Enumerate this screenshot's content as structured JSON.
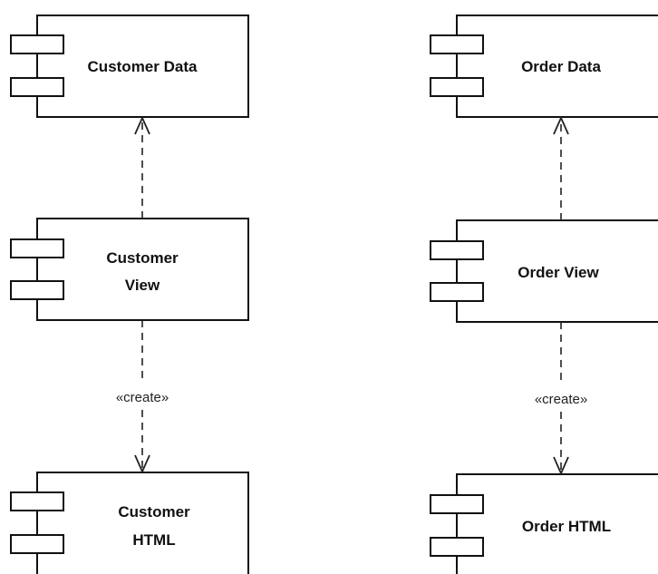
{
  "diagram": {
    "components": {
      "customer_data": {
        "lines": [
          "Customer Data"
        ]
      },
      "customer_view": {
        "lines": [
          "Customer",
          "View"
        ]
      },
      "customer_html": {
        "lines": [
          "Customer",
          "HTML"
        ]
      },
      "order_data": {
        "lines": [
          "Order Data"
        ]
      },
      "order_view": {
        "lines": [
          "Order View"
        ]
      },
      "order_html": {
        "lines": [
          "Order HTML"
        ]
      }
    },
    "dependencies": {
      "customer_view_to_data": {
        "stereotype": ""
      },
      "customer_view_creates_html": {
        "stereotype": "«create»"
      },
      "order_view_to_data": {
        "stereotype": ""
      },
      "order_view_creates_html": {
        "stereotype": "«create»"
      }
    }
  }
}
